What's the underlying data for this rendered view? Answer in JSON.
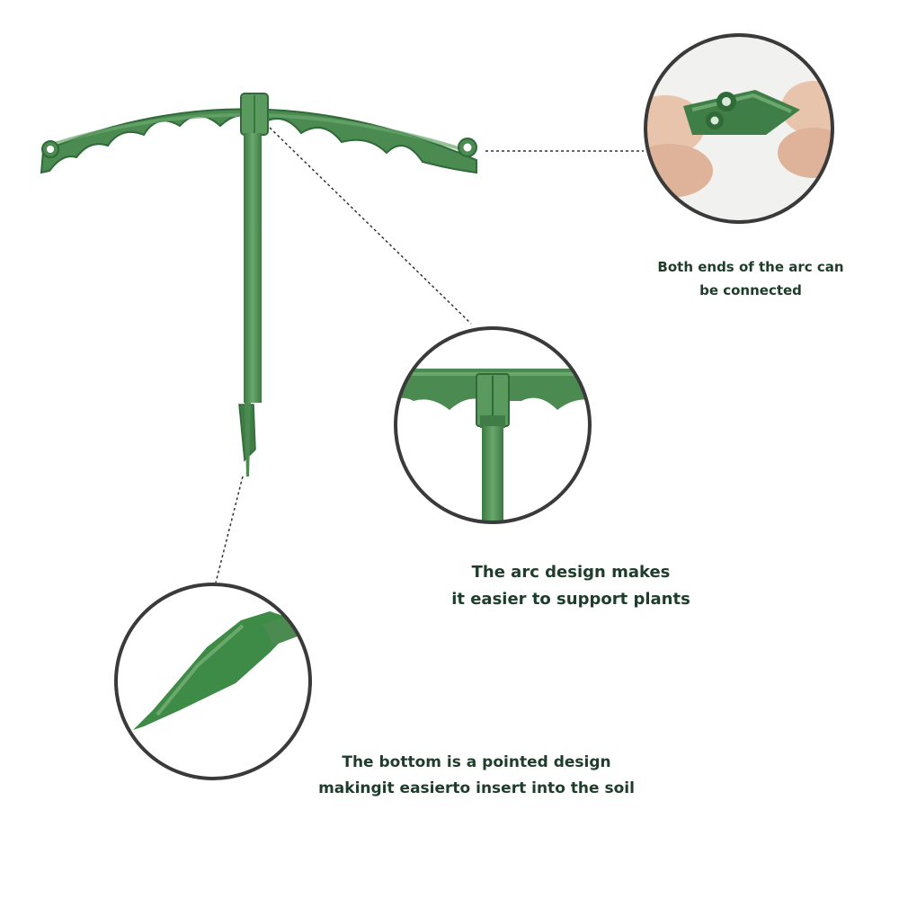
{
  "product": {
    "accent_color": "#4b8a50",
    "dark_green": "#2f6a38",
    "light_green": "#6aa86d"
  },
  "callouts": [
    {
      "id": "ends",
      "icon": "connected-arc-ends-zoom",
      "caption_lines": [
        "Both ends of the arc can",
        "be connected"
      ]
    },
    {
      "id": "arc",
      "icon": "arc-joint-zoom",
      "caption_lines": [
        "The arc design makes",
        "it easier to support plants"
      ]
    },
    {
      "id": "bottom",
      "icon": "pointed-tip-zoom",
      "caption_lines": [
        "The bottom is a pointed design",
        "makingit easierto insert into the soil"
      ]
    }
  ]
}
